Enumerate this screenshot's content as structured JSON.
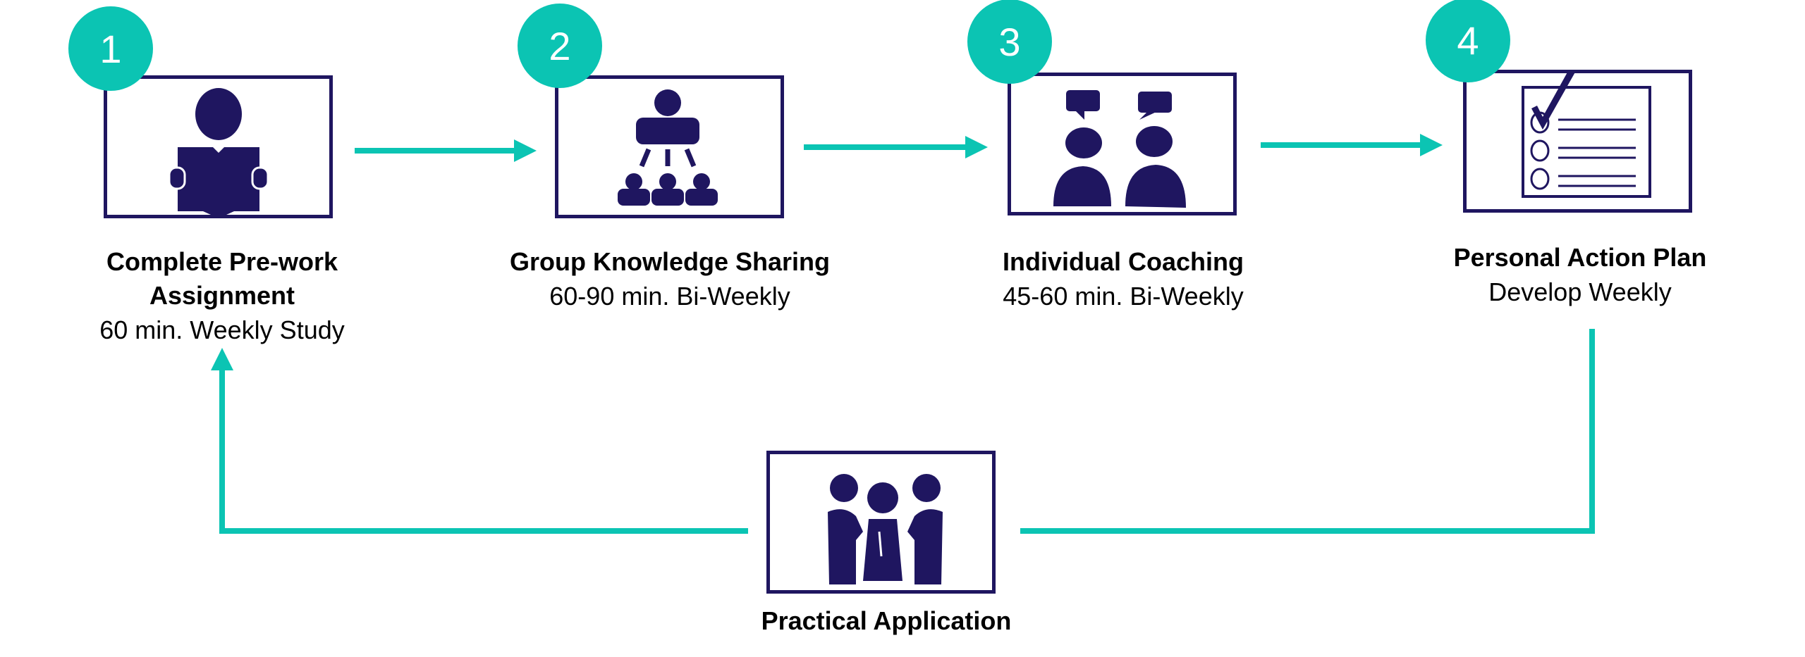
{
  "colors": {
    "accent": "#0BC4B3",
    "primary": "#1F1660"
  },
  "steps": [
    {
      "number": "1",
      "title_line1": "Complete Pre-work",
      "title_line2": "Assignment",
      "subtitle": "60 min. Weekly Study",
      "icon": "person-reading-icon"
    },
    {
      "number": "2",
      "title": "Group Knowledge Sharing",
      "subtitle": "60-90 min. Bi-Weekly",
      "icon": "group-hierarchy-icon"
    },
    {
      "number": "3",
      "title": "Individual Coaching",
      "subtitle": "45-60 min. Bi-Weekly",
      "icon": "two-people-talking-icon"
    },
    {
      "number": "4",
      "title": "Personal Action Plan",
      "subtitle": "Develop Weekly",
      "icon": "checklist-icon"
    }
  ],
  "practical": {
    "title": "Practical Application",
    "icon": "three-people-icon"
  }
}
